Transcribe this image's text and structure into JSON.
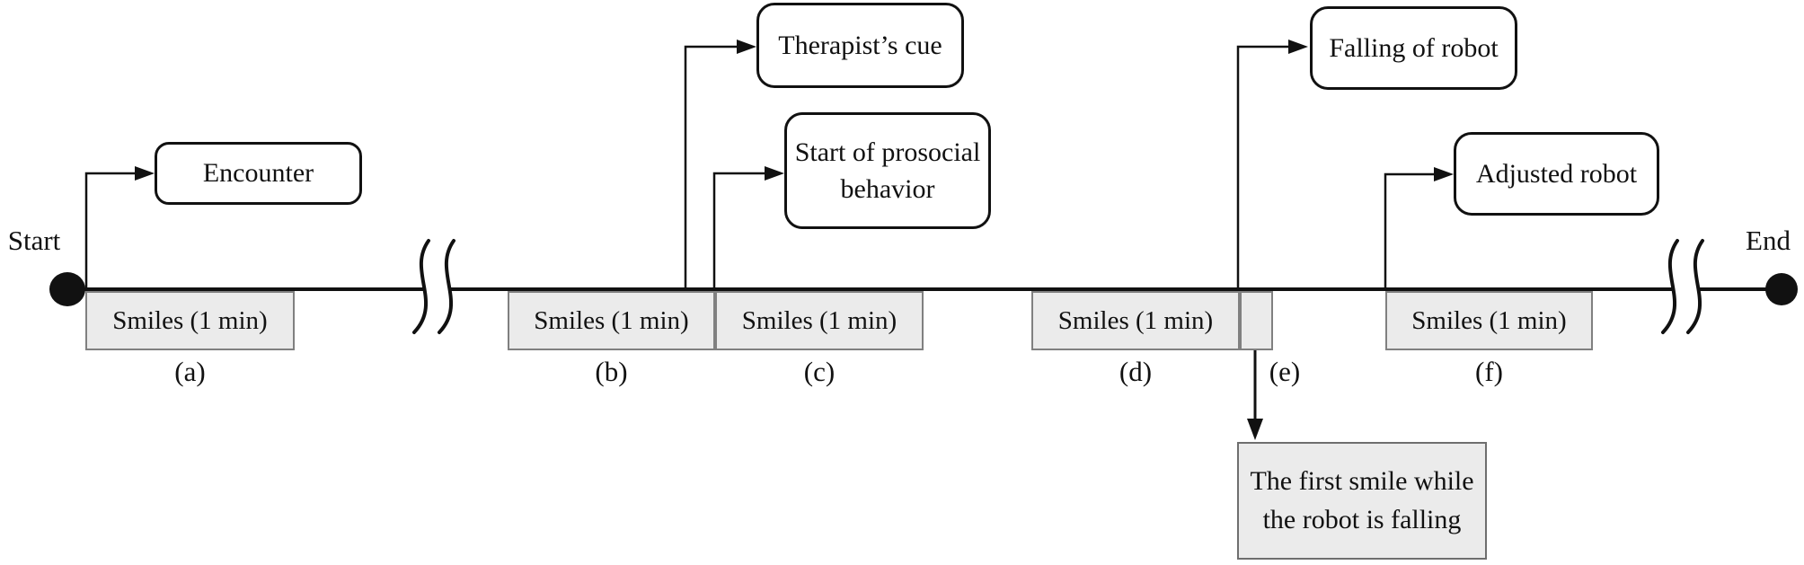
{
  "figure": {
    "title_hint": "Session timeline with smile-measurement windows",
    "start_label": "Start",
    "end_label": "End"
  },
  "events": {
    "encounter": {
      "label": "Encounter"
    },
    "therapist_cue": {
      "label": "Therapist’s cue"
    },
    "prosocial": {
      "label": "Start of prosocial behavior"
    },
    "falling": {
      "label": "Falling of robot"
    },
    "adjusted": {
      "label": "Adjusted robot"
    },
    "first_smile": {
      "label": "The first smile while the robot is falling"
    }
  },
  "segments": [
    {
      "label": "Smiles (1 min)",
      "tag": "(a)"
    },
    {
      "label": "Smiles (1 min)",
      "tag": "(b)"
    },
    {
      "label": "Smiles (1 min)",
      "tag": "(c)"
    },
    {
      "label": "Smiles (1 min)",
      "tag": "(d)"
    },
    {
      "label": "",
      "tag": "(e)"
    },
    {
      "label": "Smiles (1 min)",
      "tag": "(f)"
    }
  ],
  "colors": {
    "line": "#111111",
    "segment_fill": "#ebebeb",
    "segment_border": "#808080",
    "note_fill": "#ebebeb",
    "note_border": "#6e6e6e"
  }
}
